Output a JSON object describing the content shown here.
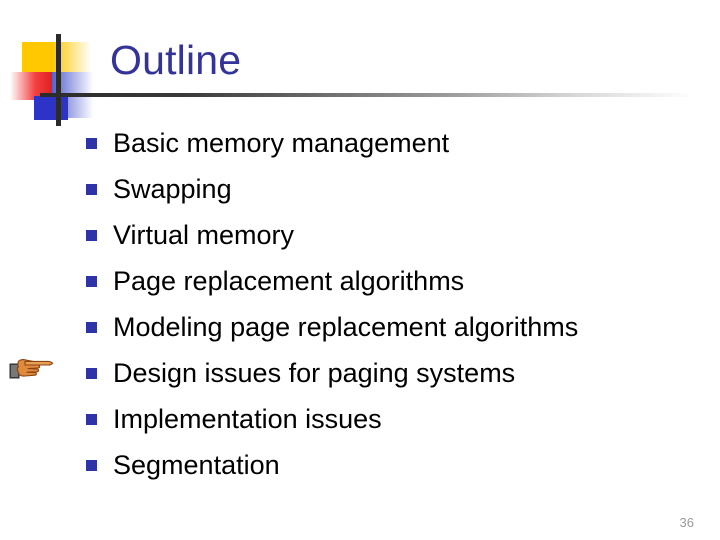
{
  "slide": {
    "title": "Outline",
    "title_color": "#333399",
    "background_color": "#ffffff",
    "page_number": "36",
    "bullet_marker_color": "#2E33A8",
    "bullet_text_color": "#000000",
    "logo": {
      "yellow": "#FFC800",
      "red": "#E02020",
      "blue": "#2E33C8",
      "bar": "#2b2b2b"
    },
    "hand_icon": {
      "name": "pointing-hand-icon",
      "skin_color": "#E08A3C",
      "outline_color": "#8B4513",
      "cuff_color": "#4a4a4a",
      "points_at_item_index": 5
    },
    "bullets": [
      {
        "text": "Basic memory management"
      },
      {
        "text": "Swapping"
      },
      {
        "text": "Virtual memory"
      },
      {
        "text": "Page replacement algorithms"
      },
      {
        "text": "Modeling page replacement algorithms"
      },
      {
        "text": "Design issues for paging systems"
      },
      {
        "text": "Implementation issues"
      },
      {
        "text": "Segmentation"
      }
    ]
  }
}
